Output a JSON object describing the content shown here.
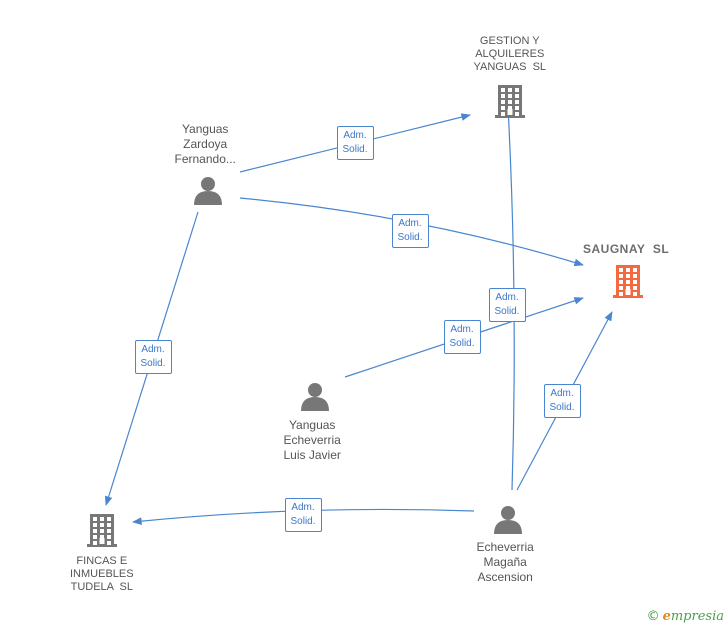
{
  "nodes": {
    "gestion": {
      "label": "GESTION Y\nALQUILERES\nYANGUAS  SL",
      "kind": "company"
    },
    "saugnay": {
      "label": "SAUGNAY  SL",
      "kind": "company-focus"
    },
    "fincas": {
      "label": "FINCAS E\nINMUEBLES\nTUDELA  SL",
      "kind": "company"
    },
    "fernando": {
      "label": "Yanguas\nZardoya\nFernando...",
      "kind": "person"
    },
    "luis": {
      "label": "Yanguas\nEcheverria\nLuis Javier",
      "kind": "person"
    },
    "ascension": {
      "label": "Echeverria\nMagaña\nAscension",
      "kind": "person"
    }
  },
  "edges": [
    {
      "from": "fernando",
      "to": "gestion",
      "label": "Adm.\nSolid."
    },
    {
      "from": "fernando",
      "to": "saugnay",
      "label": "Adm.\nSolid."
    },
    {
      "from": "fernando",
      "to": "fincas",
      "label": "Adm.\nSolid."
    },
    {
      "from": "luis",
      "to": "saugnay",
      "label": "Adm.\nSolid."
    },
    {
      "from": "ascension",
      "to": "gestion",
      "label": "Adm.\nSolid."
    },
    {
      "from": "ascension",
      "to": "saugnay",
      "label": "Adm.\nSolid."
    },
    {
      "from": "ascension",
      "to": "fincas",
      "label": "Adm.\nSolid."
    }
  ],
  "colors": {
    "edge": "#4a86d0",
    "company_icon": "#777777",
    "focus_icon": "#f26a3d",
    "person_icon": "#777777"
  },
  "footer": {
    "copyright": "©",
    "brand_initial": "e",
    "brand_rest": "mpresia"
  }
}
